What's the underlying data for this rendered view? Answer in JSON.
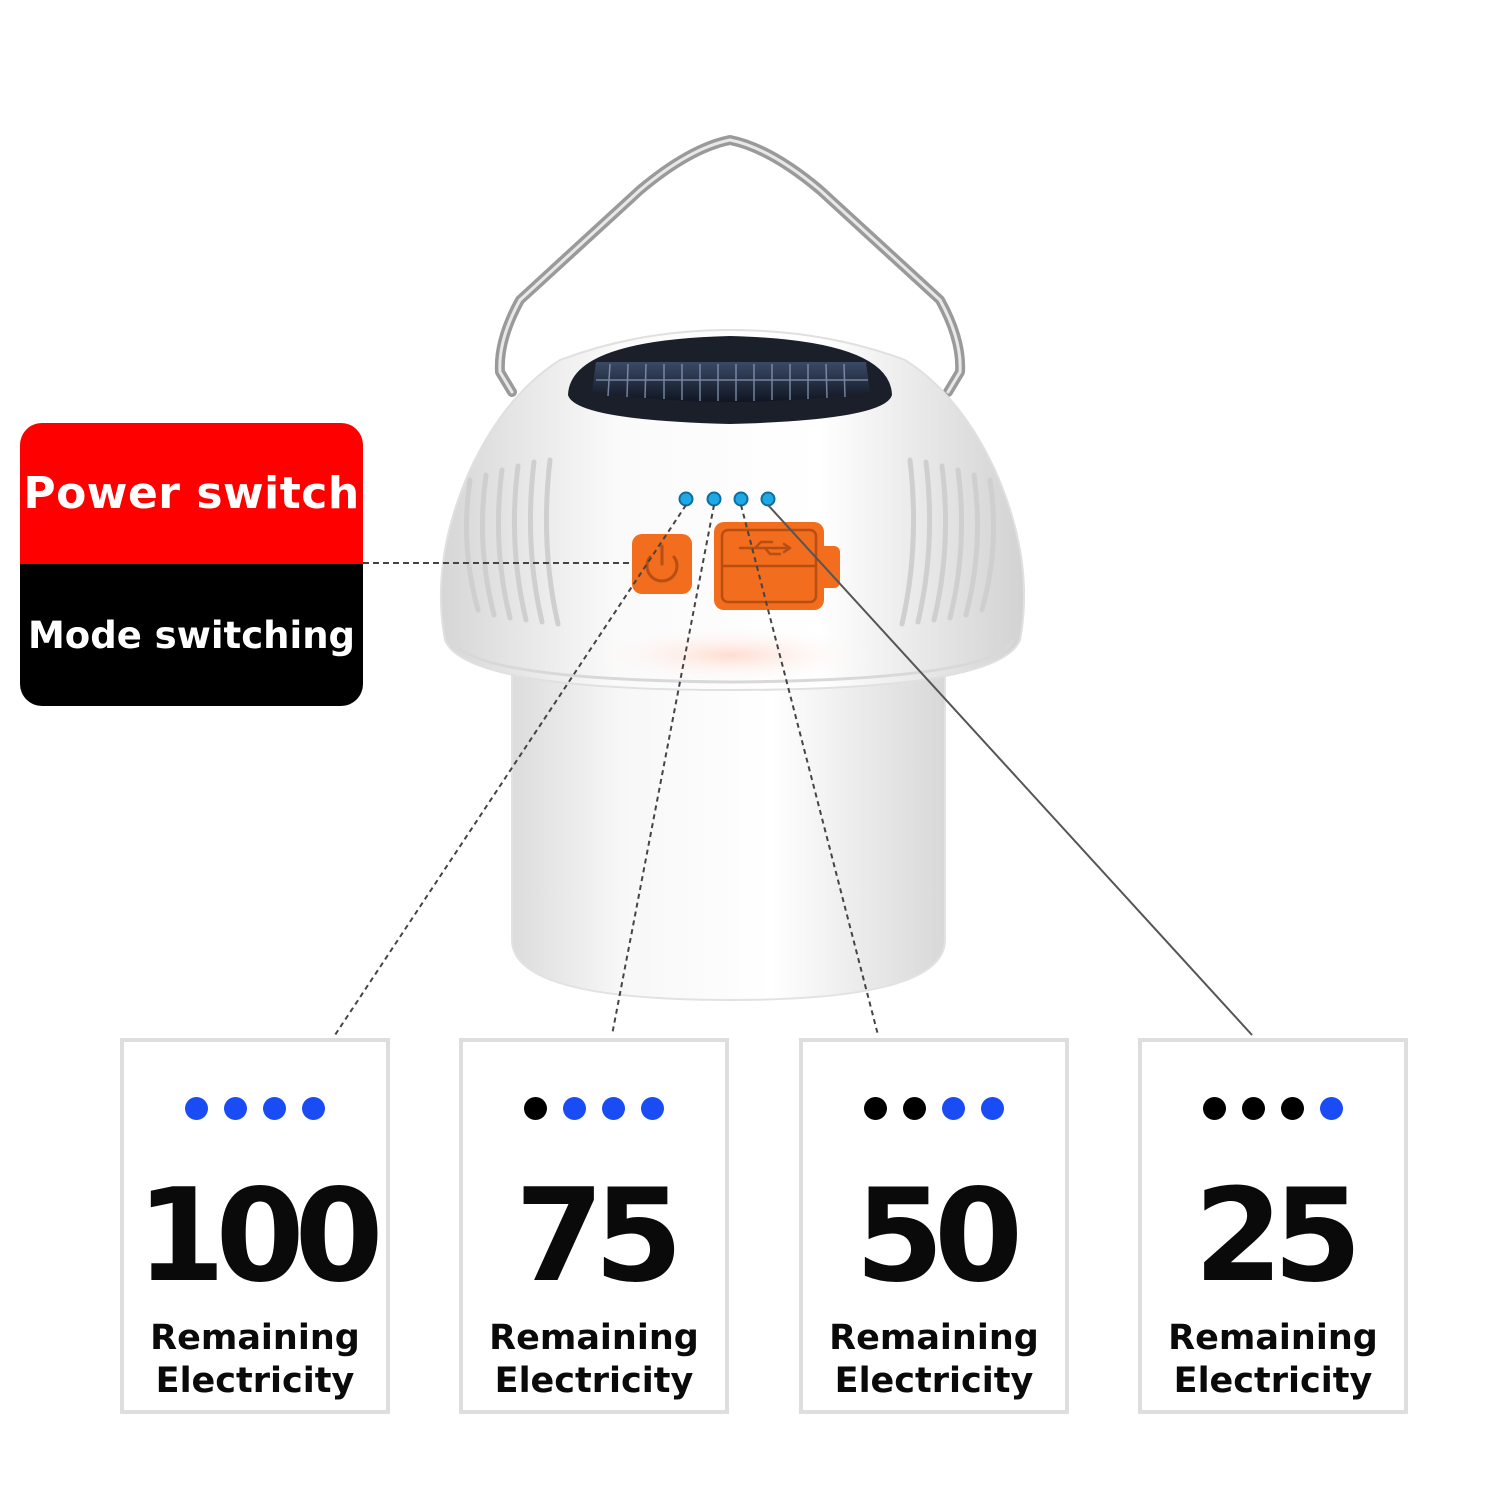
{
  "callout": {
    "power_label": "Power switch",
    "mode_label": "Mode switching",
    "top_color": "#ff0000",
    "bottom_color": "#000000"
  },
  "device": {
    "usb_label": "USB",
    "button_color": "#f26d1d",
    "indicator_color": "#1fa8e6"
  },
  "levels": [
    {
      "value": "100",
      "line1": "Remaining",
      "line2": "Electricity",
      "lit": 4,
      "total": 4
    },
    {
      "value": "75",
      "line1": "Remaining",
      "line2": "Electricity",
      "lit": 3,
      "total": 4
    },
    {
      "value": "50",
      "line1": "Remaining",
      "line2": "Electricity",
      "lit": 2,
      "total": 4
    },
    {
      "value": "25",
      "line1": "Remaining",
      "line2": "Electricity",
      "lit": 1,
      "total": 4
    }
  ],
  "colors": {
    "lit_dot": "#1a4cf5",
    "unlit_dot": "#000000",
    "card_border": "#dedede"
  }
}
